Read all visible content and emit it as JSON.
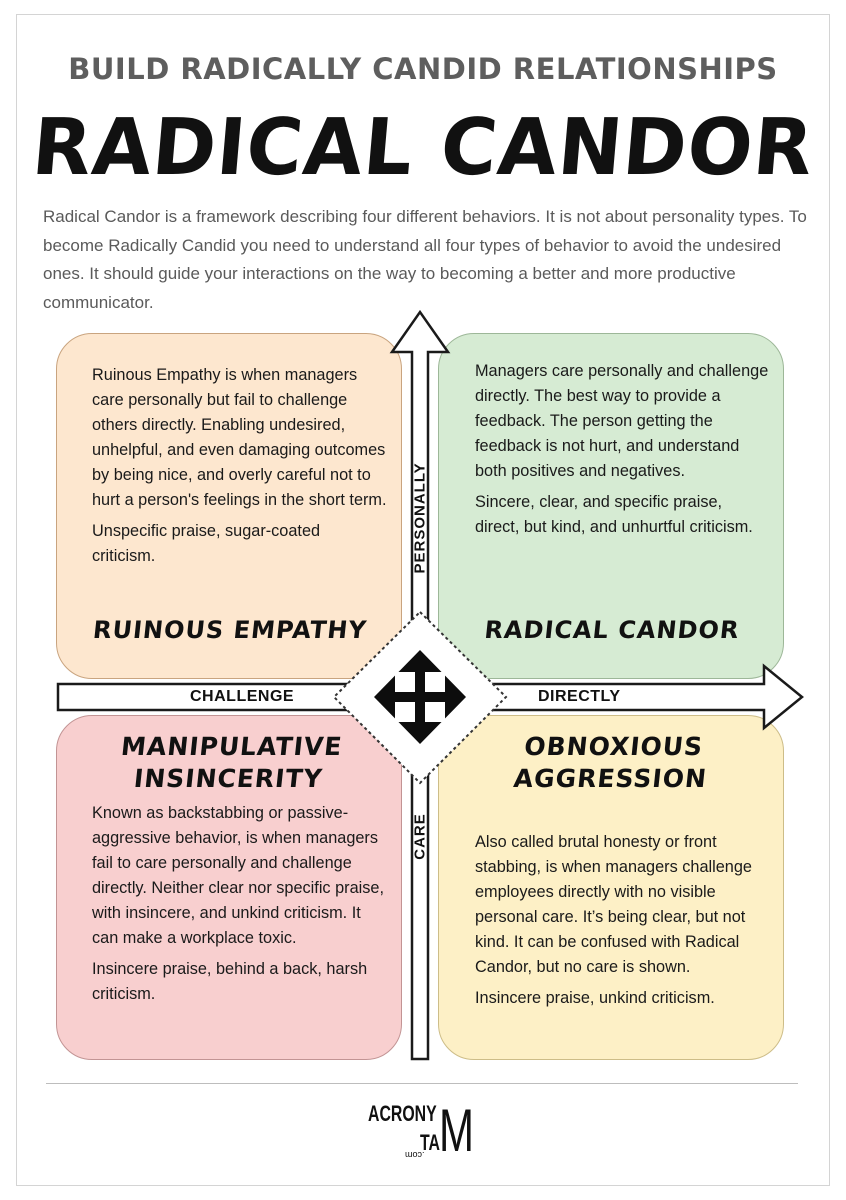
{
  "header": {
    "subtitle": "BUILD RADICALLY CANDID RELATIONSHIPS",
    "title": "RADICAL CANDOR"
  },
  "intro": "Radical Candor is a framework describing four different behaviors. It is not about personality types. To become Radically Candid you need to understand all four types of behavior to avoid the undesired ones. It should guide your interactions on the way to becoming a better and more productive communicator.",
  "axes": {
    "challenge": "CHALLENGE",
    "directly": "DIRECTLY",
    "personally": "PERSONALLY",
    "care": "CARE"
  },
  "quadrants": {
    "ruinous_empathy": {
      "label": "RUINOUS EMPATHY",
      "description": "Ruinous Empathy is when managers care personally but fail to challenge others directly. Enabling undesired, unhelpful, and even damaging outcomes by being nice, and overly careful not to hurt a person's feelings in the short term.",
      "examples": "Unspecific praise, sugar-coated criticism.",
      "color": "#fde7cf"
    },
    "radical_candor": {
      "label": "RADICAL CANDOR",
      "description": "Managers care personally and challenge directly. The best way to provide a feedback. The person getting the feedback is not hurt, and understand both positives and negatives.",
      "examples": "Sincere, clear, and specific praise, direct, but kind, and unhurtful criticism.",
      "color": "#d6ebd3"
    },
    "manipulative_insincerity": {
      "label_line1": "MANIPULATIVE",
      "label_line2": "INSINCERITY",
      "description": "Known as backstabbing or passive-aggressive behavior, is when managers fail to care personally and challenge directly. Neither clear nor specific praise, with insincere, and unkind criticism. It can make a workplace toxic.",
      "examples": "Insincere praise, behind a back, harsh criticism.",
      "color": "#f8cfcf"
    },
    "obnoxious_aggression": {
      "label_line1": "OBNOXIOUS",
      "label_line2": "AGGRESSION",
      "description": "Also called brutal honesty or front stabbing, is when managers challenge employees directly with no visible personal care. It’s being clear, but not kind. It can be confused with Radical Candor, but no care is shown.",
      "examples": "Insincere praise, unkind criticism.",
      "color": "#fdf0c6"
    }
  },
  "logo": {
    "line1": "ACRONY",
    "line2": "TA",
    "big_letter": "M",
    "small": ".com"
  }
}
